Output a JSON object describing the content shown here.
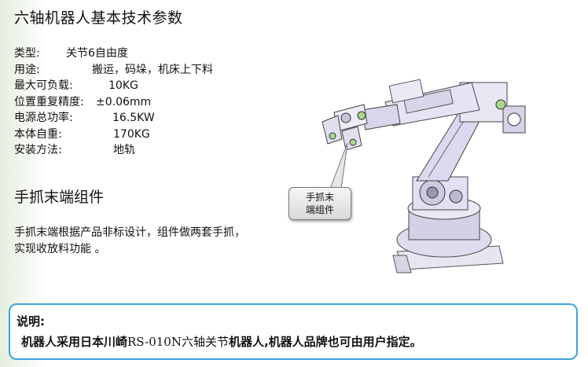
{
  "title": "六轴机器人基本技术参数",
  "specs": [
    {
      "label": "类型:",
      "value": "关节6自由度",
      "offset": 66
    },
    {
      "label": "用途:",
      "value": "搬运，码垛，机床上下料",
      "offset": 99
    },
    {
      "label": "最大可负载:",
      "value": "10KG",
      "offset": 120
    },
    {
      "label": "位置重复精度:",
      "value": "±0.06mm",
      "offset": 104
    },
    {
      "label": "电源总功率:",
      "value": "16.5KW",
      "offset": 125
    },
    {
      "label": "本体自重:",
      "value": "170KG",
      "offset": 126
    },
    {
      "label": "安装方法:",
      "value": "地轨",
      "offset": 126
    }
  ],
  "section": {
    "title": "手抓末端组件",
    "desc": "手抓末端根据产品非标设计，组件做两套手抓，实现收放料功能 。"
  },
  "callout": {
    "line1": "手抓末",
    "line2": "端组件"
  },
  "note": {
    "title": "说明:",
    "part1": "机器人采用日本川崎",
    "part2": "RS-010N六轴关节",
    "part3": "机器人,机器人品牌也可由用户指定。"
  }
}
